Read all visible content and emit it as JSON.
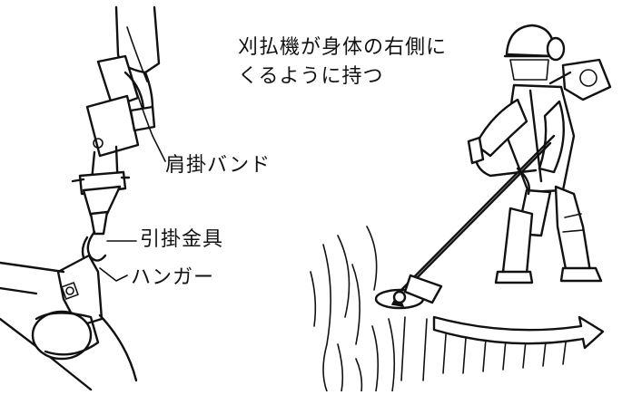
{
  "labels": {
    "shoulder_band": "肩掛バンド",
    "hook_fitting": "引掛金具",
    "hanger": "ハンガー",
    "instruction_line1": "刈払機が身体の右側に",
    "instruction_line2": "くるように持つ"
  },
  "colors": {
    "ink": "#111111",
    "background": "#ffffff"
  },
  "icons": {
    "harness": "shoulder-harness-with-hook-and-hanger",
    "operator": "person-holding-brush-cutter",
    "swing": "right-pointing-curved-arrow"
  }
}
